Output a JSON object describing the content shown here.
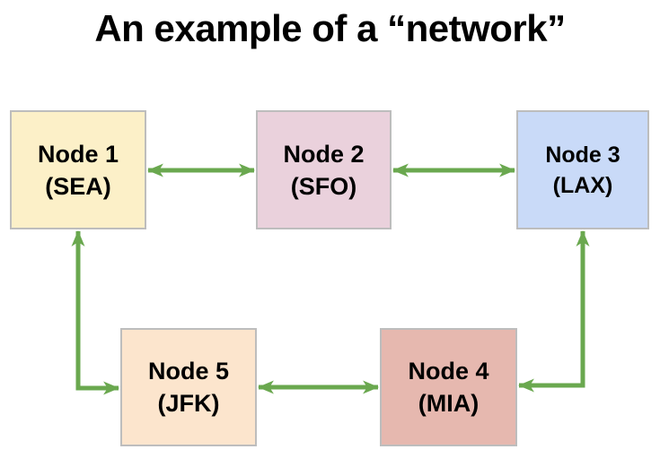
{
  "title": "An example of a “network”",
  "colors": {
    "arrow": "#6aa84f",
    "node_border": "#bdbdbd",
    "background": "#ffffff",
    "text": "#000000"
  },
  "nodes": [
    {
      "id": "node-1",
      "line1": "Node 1",
      "line2": "(SEA)",
      "fill": "#fcf0c8"
    },
    {
      "id": "node-2",
      "line1": "Node 2",
      "line2": "(SFO)",
      "fill": "#ead1dc"
    },
    {
      "id": "node-3",
      "line1": "Node 3",
      "line2": "(LAX)",
      "fill": "#c9daf8"
    },
    {
      "id": "node-4",
      "line1": "Node 4",
      "line2": "(MIA)",
      "fill": "#e6b8af"
    },
    {
      "id": "node-5",
      "line1": "Node 5",
      "line2": "(JFK)",
      "fill": "#fce5cd"
    }
  ],
  "connections": [
    {
      "from": "node-1",
      "to": "node-2",
      "type": "bidirectional",
      "shape": "straight"
    },
    {
      "from": "node-2",
      "to": "node-3",
      "type": "bidirectional",
      "shape": "straight"
    },
    {
      "from": "node-1",
      "to": "node-5",
      "type": "bidirectional",
      "shape": "elbow"
    },
    {
      "from": "node-5",
      "to": "node-4",
      "type": "bidirectional",
      "shape": "straight"
    },
    {
      "from": "node-4",
      "to": "node-3",
      "type": "bidirectional",
      "shape": "elbow"
    }
  ]
}
